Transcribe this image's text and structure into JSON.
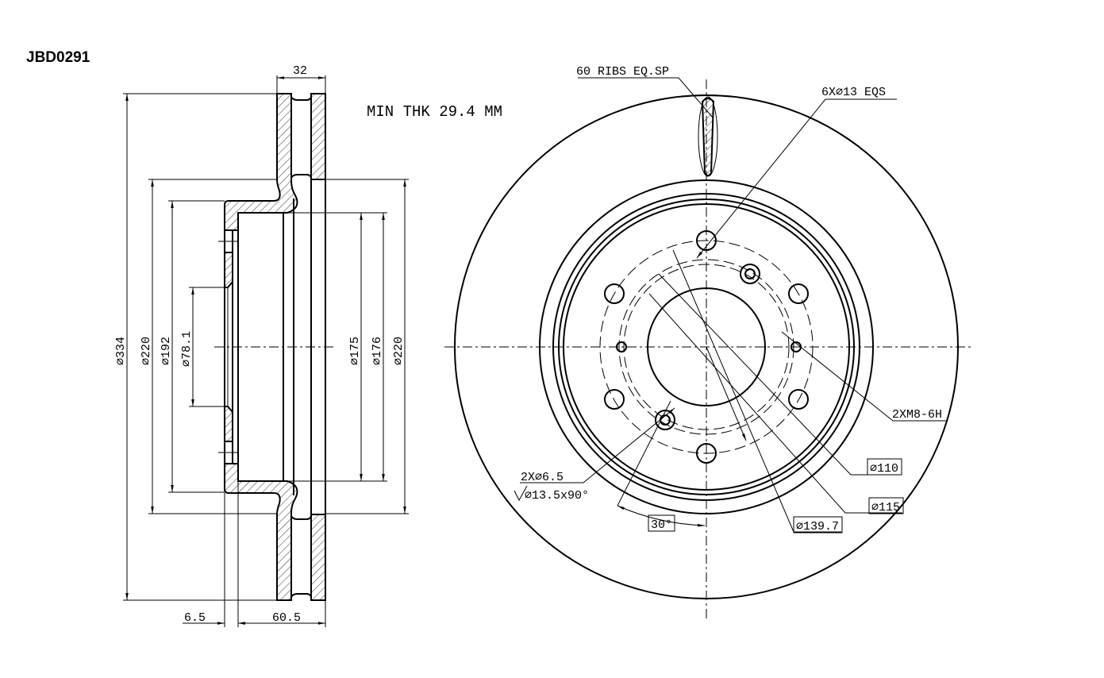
{
  "part_number": "JBD0291",
  "notes": {
    "min_thickness": "MIN THK 29.4 MM"
  },
  "section_view": {
    "width_dim": "32",
    "diameters": {
      "outer": "⌀334",
      "d220_left": "⌀220",
      "d192": "⌀192",
      "d78": "⌀78.1",
      "d175": "⌀175",
      "d176": "⌀176",
      "d220_right": "⌀220"
    },
    "offset_dim": "6.5",
    "height_dim": "60.5"
  },
  "front_view": {
    "ribs": "60 RIBS EQ.SP",
    "bolt_holes": "6X⌀13 EQS",
    "threads": "2XM8-6H",
    "pilot_holes": "2X⌀6.5",
    "countersink": "⌀13.5x90°",
    "angle": "30°",
    "d110": "⌀110",
    "d115": "⌀115",
    "pcd": "⌀139.7"
  }
}
